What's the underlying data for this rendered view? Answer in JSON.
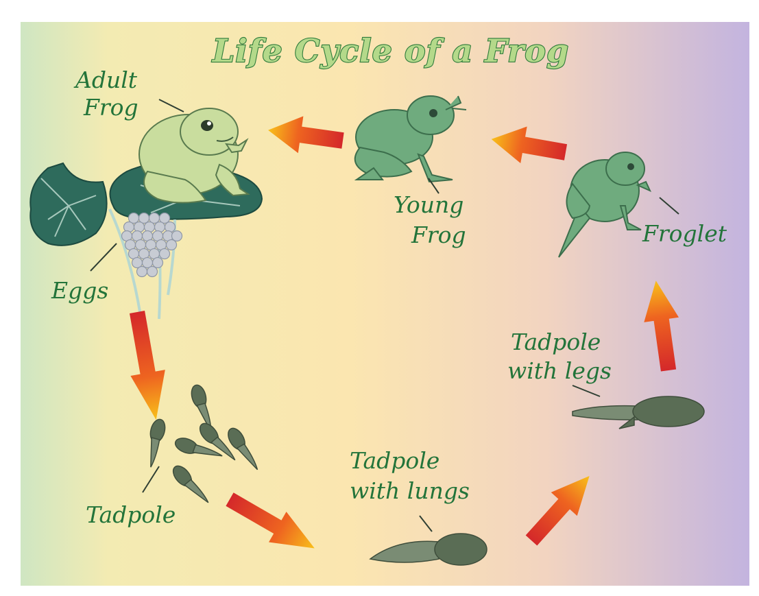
{
  "title": "Life Cycle of a Frog",
  "stages": {
    "adult_frog": {
      "line1": "Adult",
      "line2": "Frog"
    },
    "eggs": "Eggs",
    "tadpole": "Tadpole",
    "tadpole_with_lungs": {
      "line1": "Tadpole",
      "line2": "with lungs"
    },
    "tadpole_with_legs": {
      "line1": "Tadpole",
      "line2": "with legs"
    },
    "froglet": "Froglet",
    "young_frog": {
      "line1": "Young",
      "line2": "Frog"
    }
  },
  "colors": {
    "title_fill": "#b4d98a",
    "title_stroke": "#2d7a3a",
    "label": "#23743a",
    "arrow_start": "#d4282a",
    "arrow_end": "#f8c01a",
    "background_left": "#cfe6c2",
    "background_mid": "#fbe6b0",
    "background_right": "#c3b4df"
  }
}
